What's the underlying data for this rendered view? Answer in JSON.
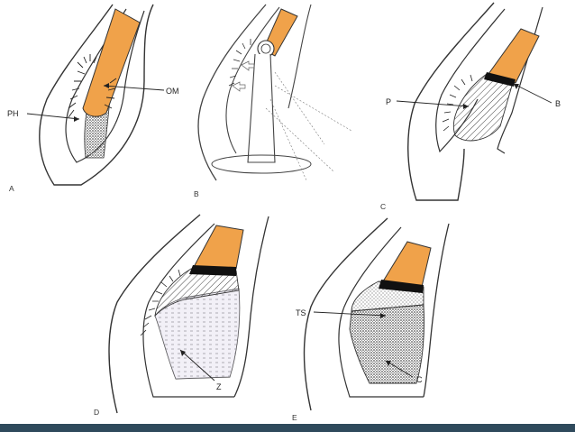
{
  "panels": {
    "a": "A",
    "b": "B",
    "c": "C",
    "d": "D",
    "e": "E"
  },
  "labels": {
    "ph": "PH",
    "om": "OM",
    "p": "P",
    "b": "B",
    "z": "Z",
    "ts": "TS",
    "c": "C"
  },
  "colors": {
    "gutta_percha": "#f0a24a",
    "seal": "#111111",
    "line": "#333333",
    "bottom_bar": "#2f4a5c"
  }
}
